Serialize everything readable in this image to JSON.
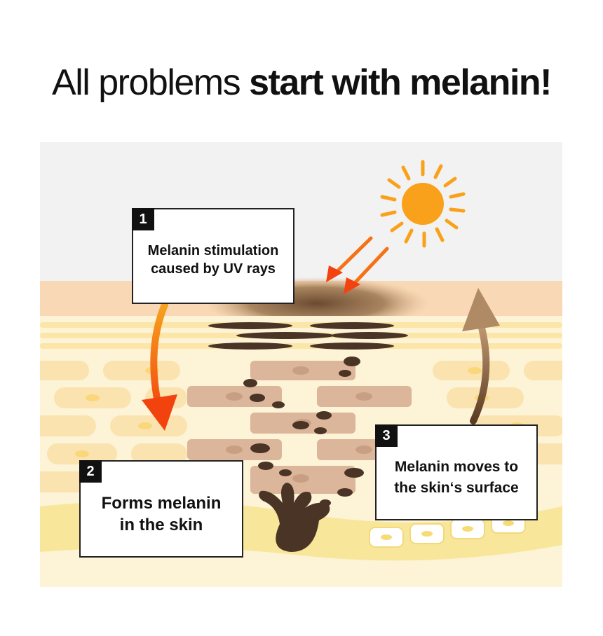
{
  "title": {
    "light": "All problems",
    "bold": "start with melanin!"
  },
  "steps": [
    {
      "number": "1",
      "line1": "Melanin stimulation",
      "line2": "caused by UV rays"
    },
    {
      "number": "2",
      "line1": "Forms melanin",
      "line2": "in the skin"
    },
    {
      "number": "3",
      "line1": "Melanin moves to",
      "line2": "the skin‘s surface"
    }
  ],
  "colors": {
    "sky": "#f2f2f2",
    "skin_surface": "#f9d9b5",
    "skin_layer": "#fdf3d6",
    "cell": "#fbe6b3",
    "base_layer": "#f8e79a",
    "melanin": "#4a3426",
    "sun": "#f9a11b",
    "uv_arrow": "#f25a14",
    "rise_arrow": "#8b6a45"
  }
}
